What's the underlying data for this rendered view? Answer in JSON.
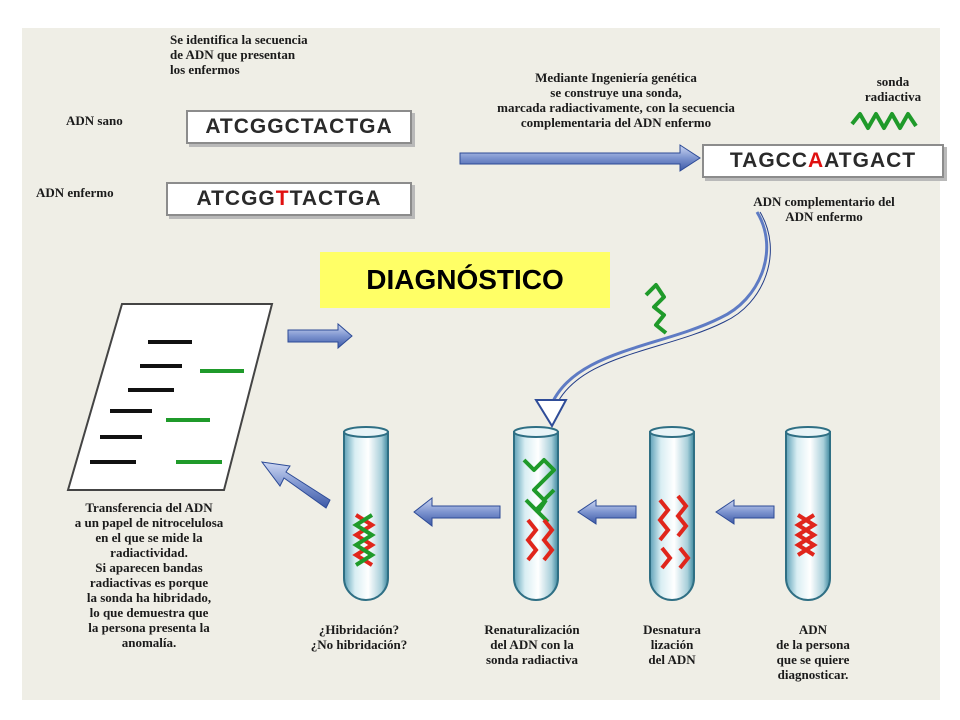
{
  "title": "DIAGNÓSTICO",
  "step1": {
    "text": "Se identifica la secuencia\nde ADN que presentan\nlos enfermos"
  },
  "healthy": {
    "label": "ADN sano",
    "sequence": "ATCGGCTACTGA"
  },
  "sick": {
    "label": "ADN enfermo",
    "seq_before": "ATCGG",
    "seq_highlight": "T",
    "seq_after": "TACTGA"
  },
  "step2": {
    "text": "Mediante Ingeniería genética\nse construye una sonda,\nmarcada radiactivamente, con la secuencia\ncomplementaria del ADN enfermo"
  },
  "probe_label": "sonda\nradiactiva",
  "probe": {
    "seq_before": "TAGCC",
    "seq_highlight": "A",
    "seq_after": "ATGACT"
  },
  "complement_label": "ADN complementario del\nADN enfermo",
  "transfer_text": "Transferencia del ADN\na un papel de nitrocelulosa\nen el que se mide la\nradiactividad.\nSi aparecen bandas\nradiactivas es porque\nla sonda ha hibridado,\nlo que demuestra que\nla persona presenta la\nanomalía.",
  "tubes": [
    {
      "caption": "¿Hibridación?\n¿No hibridación?"
    },
    {
      "caption": "Renaturalización\ndel ADN con la\nsonda radiactiva"
    },
    {
      "caption": "Desnatura\nlización\ndel ADN"
    },
    {
      "caption": "ADN\nde la persona\nque se quiere\ndiagnosticar."
    }
  ],
  "colors": {
    "probe": "#1f9a2a",
    "dna": "#e0261c",
    "arrow": "#6f87c8",
    "highlight": "#ffff66"
  }
}
